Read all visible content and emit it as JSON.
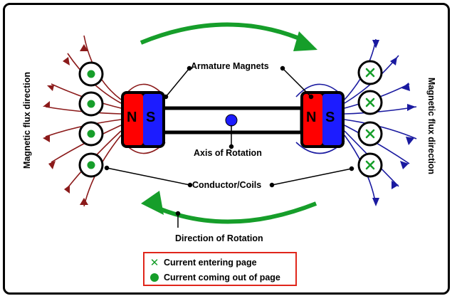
{
  "labels": {
    "armature_magnets": "Armature Magnets",
    "axis_of_rotation": "Axis of Rotation",
    "conductor_coils": "Conductor/Coils",
    "direction_of_rotation": "Direction of Rotation",
    "flux_left": "Magnetic flux direction",
    "flux_right": "Magnetic flux direction"
  },
  "magnet_left": {
    "north": "N",
    "south": "S"
  },
  "magnet_right": {
    "north": "N",
    "south": "S"
  },
  "legend": {
    "entering": "Current entering page",
    "coming_out": "Current coming out of page"
  },
  "colors": {
    "north": "#ff0000",
    "south": "#1c1cff",
    "rotation_arrow": "#169e2a",
    "current_marker": "#169e2a",
    "flux_left": "#8b1a1a",
    "flux_right": "#1a1aa0",
    "legend_border": "#e0261b"
  }
}
